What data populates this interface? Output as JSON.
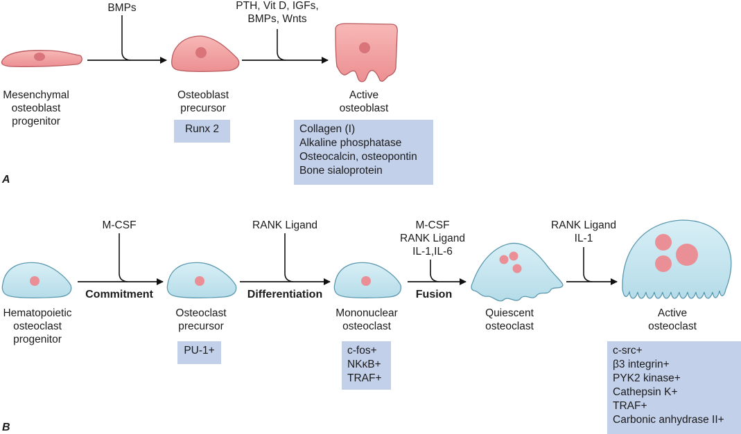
{
  "colors": {
    "osteoblast_fill": "#f2a3a3",
    "osteoblast_stroke": "#b85a5e",
    "osteoblast_nucleus": "#d8747a",
    "osteoclast_fill": "#c9e6f0",
    "osteoclast_stroke": "#5a97ad",
    "osteoclast_nucleus": "#ea8f96",
    "marker_box": "#c3d0ea",
    "arrow": "#111111"
  },
  "panel_a": {
    "label": "A",
    "cells": [
      {
        "name": "Mesenchymal\nosteoblast\nprogenitor"
      },
      {
        "name": "Osteoblast\nprecursor"
      },
      {
        "name": "Active\nosteoblast"
      }
    ],
    "signals": [
      {
        "text": "BMPs"
      },
      {
        "text": "PTH, Vit D, IGFs,\nBMPs, Wnts"
      }
    ],
    "markers": [
      {
        "items": [
          "Runx 2"
        ]
      },
      {
        "items": [
          "Collagen (I)",
          "Alkaline phosphatase",
          "Osteocalcin, osteopontin",
          "Bone sialoprotein"
        ]
      }
    ]
  },
  "panel_b": {
    "label": "B",
    "cells": [
      {
        "name": "Hematopoietic\nosteoclast\nprogenitor"
      },
      {
        "name": "Osteoclast\nprecursor"
      },
      {
        "name": "Mononuclear\nosteoclast"
      },
      {
        "name": "Quiescent\nosteoclast"
      },
      {
        "name": "Active\nosteoclast"
      }
    ],
    "signals": [
      {
        "text": "M-CSF"
      },
      {
        "text": "RANK Ligand"
      },
      {
        "text": "M-CSF\nRANK Ligand\nIL-1,IL-6"
      },
      {
        "text": "RANK Ligand\nIL-1"
      }
    ],
    "steps": [
      {
        "text": "Commitment"
      },
      {
        "text": "Differentiation"
      },
      {
        "text": "Fusion"
      }
    ],
    "markers": [
      {
        "items": [
          "PU-1+"
        ]
      },
      {
        "items": [
          "c-fos+",
          "NKκB+",
          "TRAF+"
        ]
      },
      {
        "items": [
          "c-src+",
          "β3 integrin+",
          "PYK2 kinase+",
          "Cathepsin K+",
          "TRAF+",
          "Carbonic anhydrase II+"
        ]
      }
    ]
  }
}
